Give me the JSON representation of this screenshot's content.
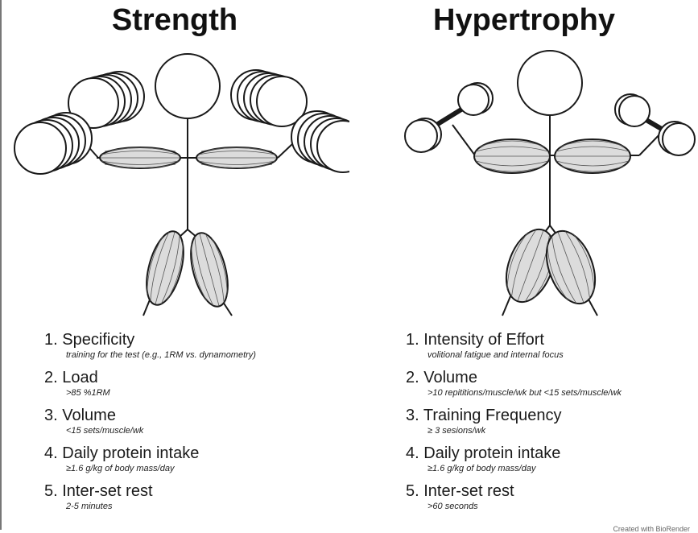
{
  "panels": {
    "strength": {
      "title": "Strength",
      "criteria": [
        {
          "number": "1.",
          "label": "Specificity",
          "detail": "training for the test (e.g., 1RM vs. dynamometry)"
        },
        {
          "number": "2.",
          "label": "Load",
          "detail": ">85 %1RM"
        },
        {
          "number": "3.",
          "label": "Volume",
          "detail": "<15 sets/muscle/wk"
        },
        {
          "number": "4.",
          "label": "Daily protein intake",
          "detail": "≥1.6 g/kg of body mass/day"
        },
        {
          "number": "5.",
          "label": "Inter-set rest",
          "detail": "2-5 minutes"
        }
      ]
    },
    "hypertrophy": {
      "title": "Hypertrophy",
      "criteria": [
        {
          "number": "1.",
          "label": "Intensity of Effort",
          "detail": "volitional fatigue and internal focus"
        },
        {
          "number": "2.",
          "label": "Volume",
          "detail": ">10 repititions/muscle/wk but <15 sets/muscle/wk"
        },
        {
          "number": "3.",
          "label": "Training Frequency",
          "detail": "≥ 3 sesions/wk"
        },
        {
          "number": "4.",
          "label": "Daily protein intake",
          "detail": "≥1.6 g/kg of body mass/day"
        },
        {
          "number": "5.",
          "label": "Inter-set rest",
          "detail": ">60 seconds"
        }
      ]
    }
  },
  "footer": {
    "credit": "Created with BioRender"
  },
  "colors": {
    "line": "#1a1a1a",
    "muscle_fill": "#dcdcdc",
    "background": "#ffffff"
  }
}
